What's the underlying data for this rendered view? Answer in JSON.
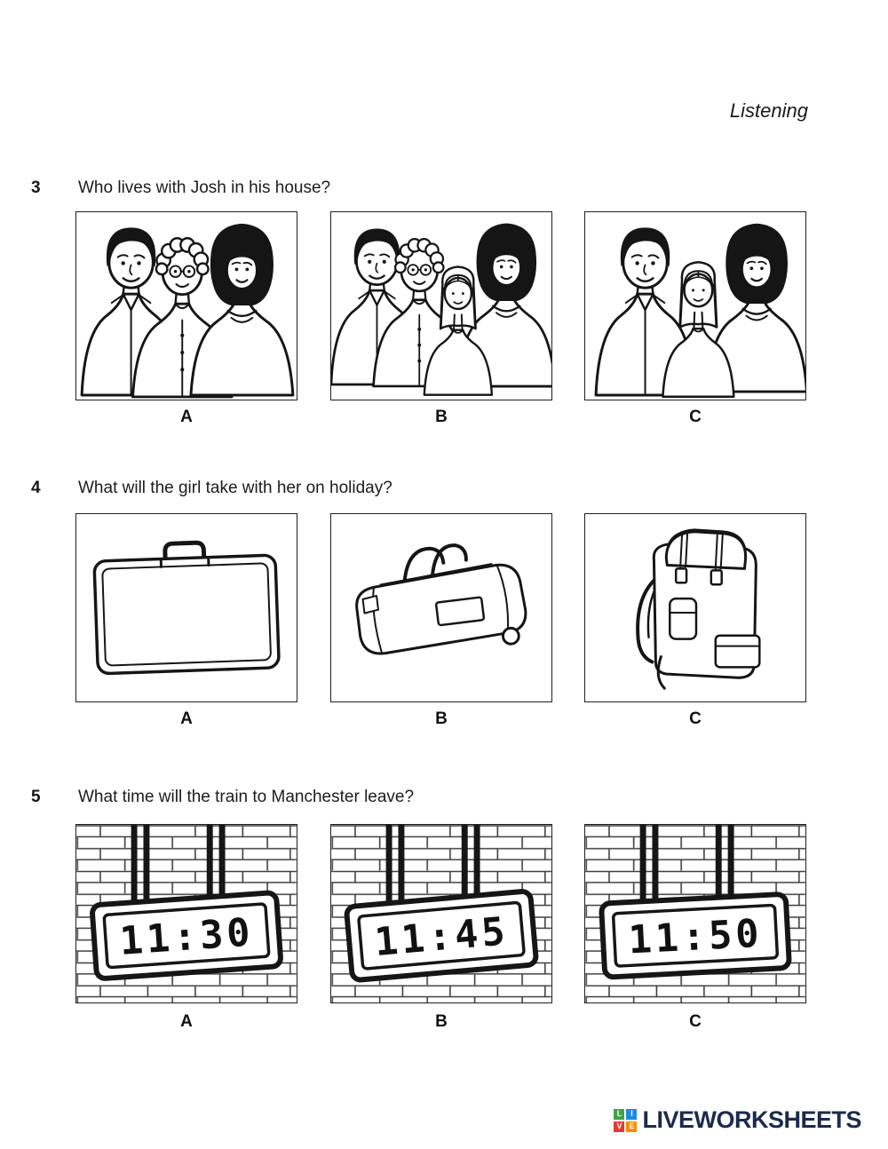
{
  "header": {
    "title": "Listening"
  },
  "questions": [
    {
      "number": "3",
      "text": "Who lives with Josh in his house?",
      "options": [
        {
          "label": "A",
          "image": "family-man-grandma-woman"
        },
        {
          "label": "B",
          "image": "family-man-grandma-girl-woman"
        },
        {
          "label": "C",
          "image": "family-man-girl-woman"
        }
      ]
    },
    {
      "number": "4",
      "text": "What will the girl take with her on holiday?",
      "options": [
        {
          "label": "A",
          "image": "suitcase"
        },
        {
          "label": "B",
          "image": "duffel-bag"
        },
        {
          "label": "C",
          "image": "backpack"
        }
      ]
    },
    {
      "number": "5",
      "text": "What time will the train to Manchester leave?",
      "options": [
        {
          "label": "A",
          "image": "station-clock",
          "time": "11:30"
        },
        {
          "label": "B",
          "image": "station-clock",
          "time": "11:45"
        },
        {
          "label": "C",
          "image": "station-clock",
          "time": "11:50"
        }
      ]
    }
  ],
  "footer": {
    "brand": "LIVEWORKSHEETS",
    "brand_color": "#1b2b4d",
    "logo_tiles": [
      {
        "letter": "L",
        "color": "#43a047"
      },
      {
        "letter": "I",
        "color": "#1e88e5"
      },
      {
        "letter": "V",
        "color": "#e53935"
      },
      {
        "letter": "E",
        "color": "#fb8c00"
      }
    ]
  }
}
